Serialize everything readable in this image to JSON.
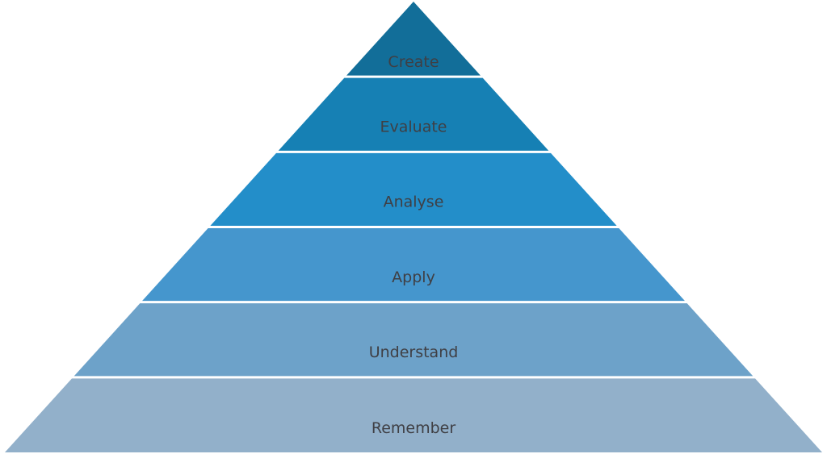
{
  "diagram": {
    "type": "pyramid",
    "tiers": [
      {
        "label": "Create",
        "color": "#126e99"
      },
      {
        "label": "Evaluate",
        "color": "#1680b4"
      },
      {
        "label": "Analyse",
        "color": "#238ec9"
      },
      {
        "label": "Apply",
        "color": "#4596cd"
      },
      {
        "label": "Understand",
        "color": "#6da2c9"
      },
      {
        "label": "Remember",
        "color": "#92b0ca"
      }
    ],
    "separator_color": "#ffffff"
  }
}
